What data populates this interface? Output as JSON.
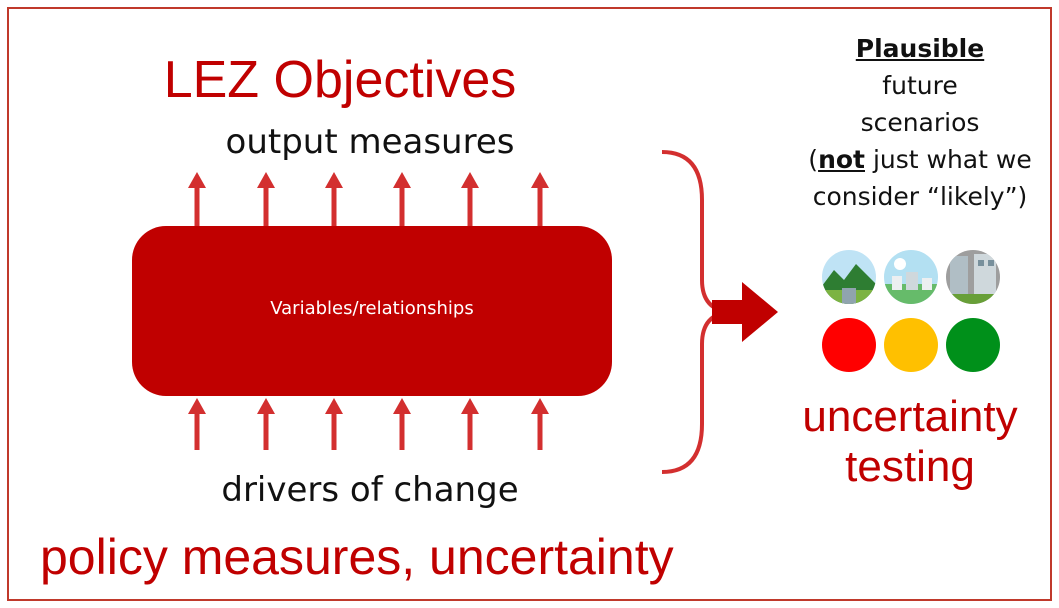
{
  "diagram": {
    "title": "LEZ Objectives",
    "output_label": "output measures",
    "box_label": "Variables/relationships",
    "drivers_label": "drivers of change",
    "policy_label": "policy measures, uncertainty",
    "right": {
      "heading": "Plausible",
      "line1": "future",
      "line2": "scenarios",
      "line3_open": "(",
      "line3_emph": "not",
      "line3_rest": " just what we",
      "line4": "consider “likely”)",
      "thumbnails": [
        "landscape-scenario-image",
        "satellite-city-scenario-image",
        "urban-street-scenario-image"
      ],
      "lights": [
        {
          "name": "red",
          "color": "#ff0000"
        },
        {
          "name": "amber",
          "color": "#ffc000"
        },
        {
          "name": "green",
          "color": "#00901a"
        }
      ],
      "result_line1": "uncertainty",
      "result_line2": "testing"
    },
    "colors": {
      "accent": "#c00000",
      "frame": "#c0392b"
    }
  }
}
